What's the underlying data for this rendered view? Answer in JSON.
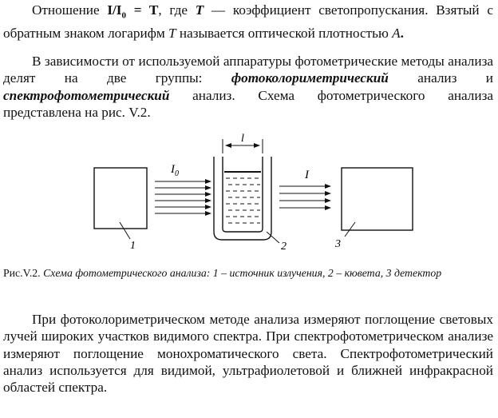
{
  "paragraph1": {
    "t1": "Отношение ",
    "formula": "I/I",
    "sub0": "0",
    "eq": " = T",
    "t2": ", где ",
    "T": "T",
    "t3": " — коэффициент светопропускания. Взятый с обратным знаком логарифм ",
    "T2": "T",
    "t4": " называется оптической плотностью ",
    "A": "A",
    "end": "."
  },
  "paragraph2": {
    "t1": "В зависимости от используемой аппаратуры фотометрические методы анализа делят на две группы: ",
    "term1": "фотоколориметрический",
    "t2": " анализ и ",
    "term2": "спектрофотометрический",
    "t3": " анализ. Схема фотометрического анализа представлена на рис. V.2."
  },
  "figure": {
    "label_l": "l",
    "label_I0": "I",
    "label_I0_sub": "0",
    "label_I": "I",
    "label_1": "1",
    "label_2": "2",
    "label_3": "3"
  },
  "caption": {
    "prefix": "Рис.V.2.",
    "text": " Схема фотометрического анализа: 1 – источник излучения, 2 – кювета, 3 детектор"
  },
  "paragraph3": {
    "text": "При фотоколориметрическом методе анализа измеряют поглощение световых лучей широких участков видимого спектра. При спектрофотометрическом анализе измеряют поглощение монохроматического света. Спектрофотометрический анализ используется для видимой, ультрафиолетовой и ближней инфракрасной областей спектра."
  }
}
